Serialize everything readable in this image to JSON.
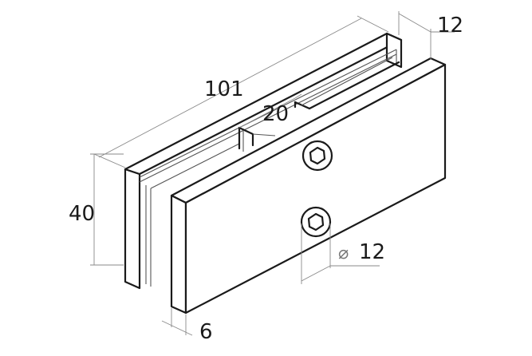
{
  "drawing": {
    "subject": "glass clamp isometric view",
    "colors": {
      "line": "#1a1a1a",
      "dim_line": "#8a8a8a",
      "background": "#ffffff"
    },
    "dimensions": {
      "length": "101",
      "height": "40",
      "gap": "20",
      "depth": "12",
      "plate_thickness": "6",
      "bolt_diameter": "12",
      "diameter_symbol": "⌀"
    }
  }
}
